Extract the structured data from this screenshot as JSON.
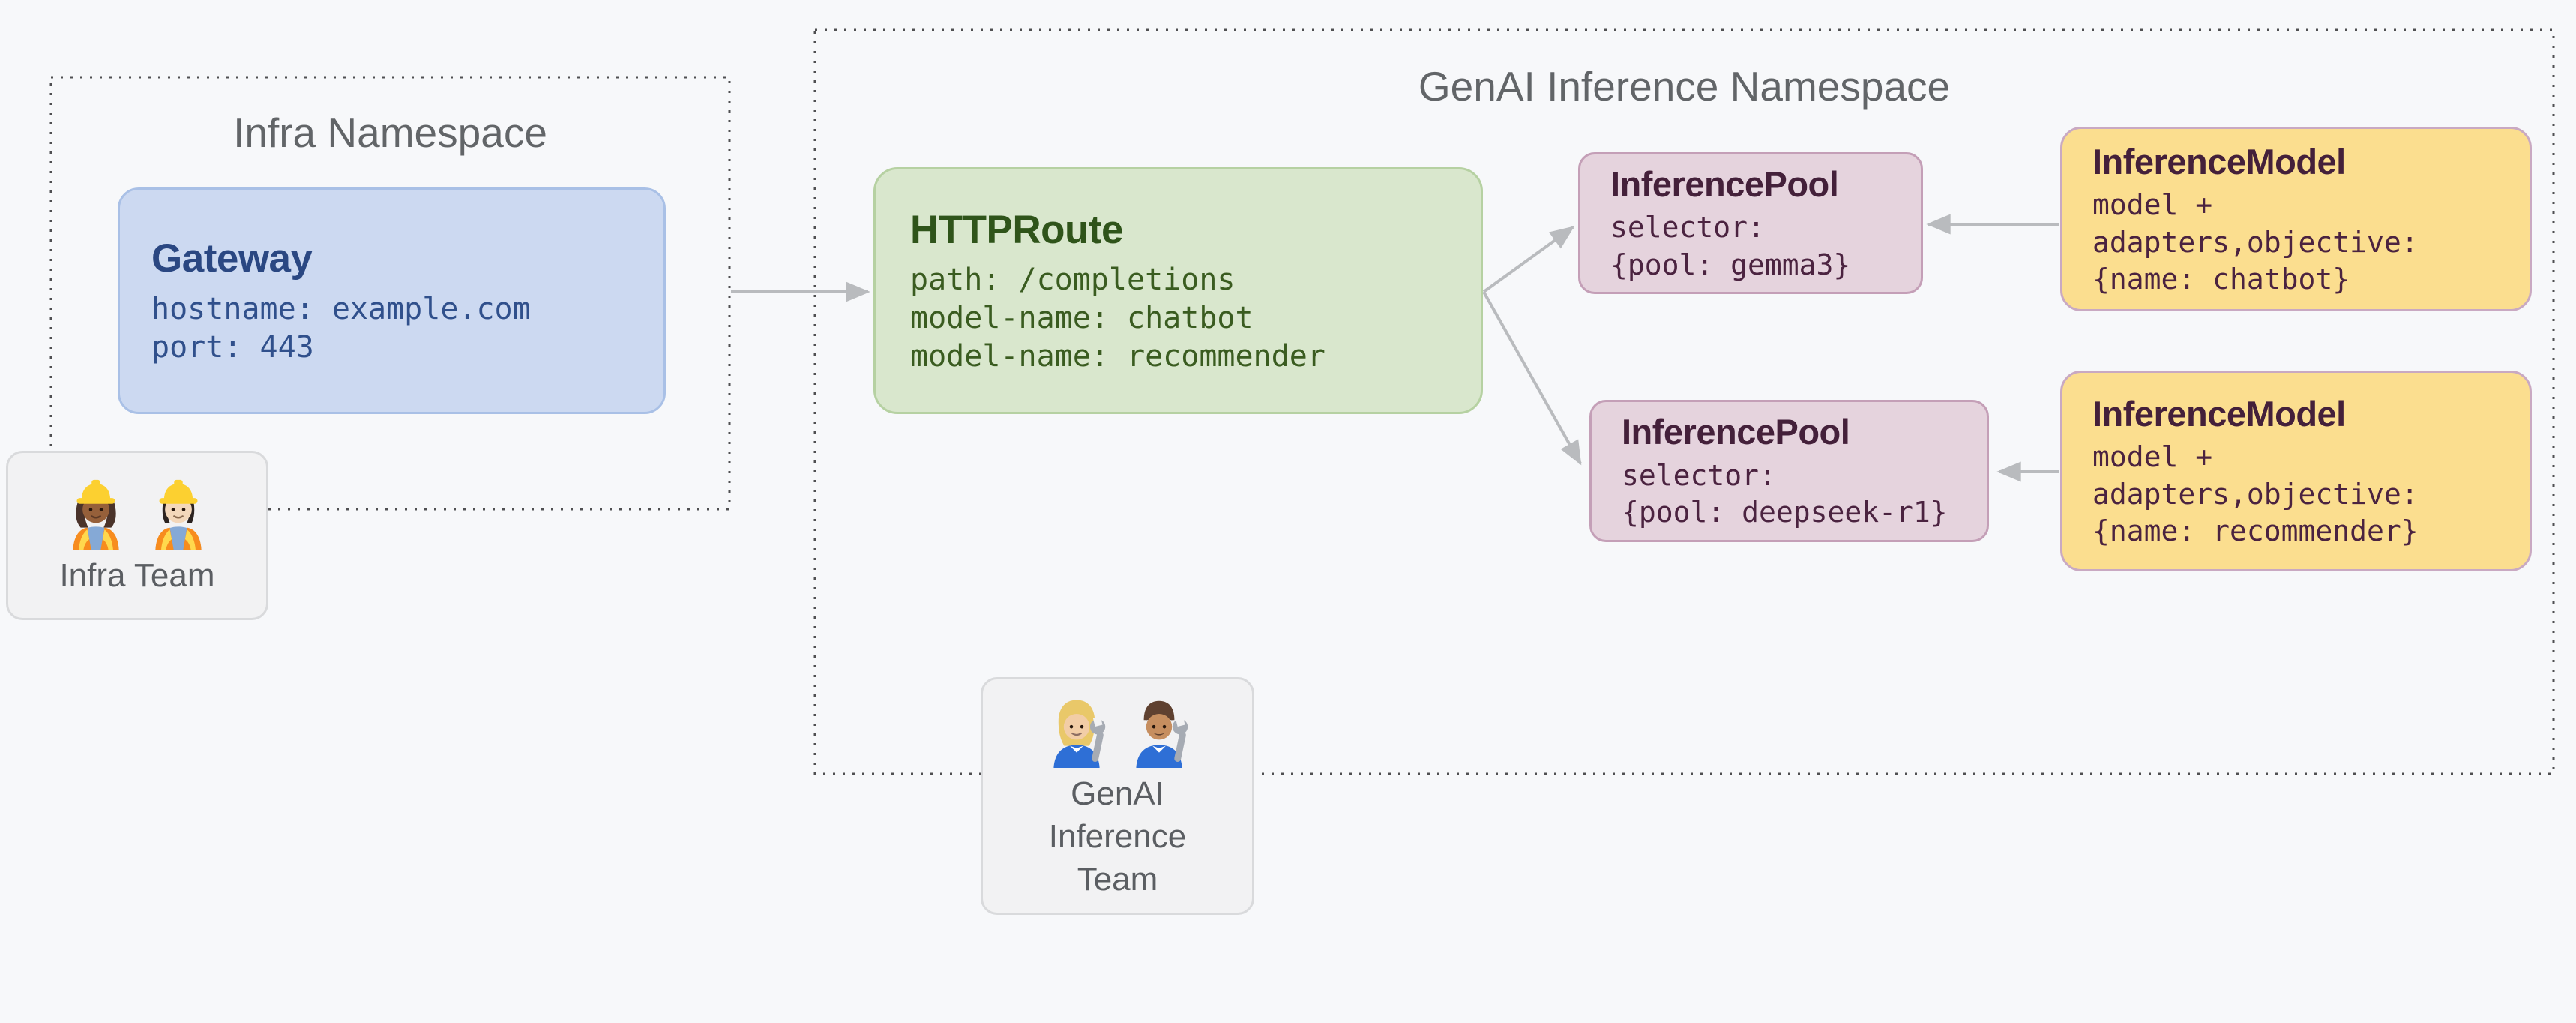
{
  "diagram": {
    "infra_namespace": {
      "title": "Infra Namespace",
      "gateway": {
        "title": "Gateway",
        "lines": [
          "hostname: example.com",
          "port: 443"
        ]
      }
    },
    "genai_namespace": {
      "title": "GenAI Inference Namespace",
      "httproute": {
        "title": "HTTPRoute",
        "lines": [
          "path: /completions",
          "model-name: chatbot",
          "model-name: recommender"
        ]
      },
      "inference_pool_gemma3": {
        "title": "InferencePool",
        "lines": [
          "selector:",
          "{pool: gemma3}"
        ]
      },
      "inference_model_chatbot": {
        "title": "InferenceModel",
        "lines": [
          "model +",
          "adapters,objective:",
          "{name: chatbot}"
        ]
      },
      "inference_pool_deepseek": {
        "title": "InferencePool",
        "lines": [
          "selector:",
          "{pool: deepseek-r1}"
        ]
      },
      "inference_model_recommender": {
        "title": "InferenceModel",
        "lines": [
          "model +",
          "adapters,objective:",
          "{name: recommender}"
        ]
      }
    },
    "teams": {
      "infra": {
        "label": "Infra Team",
        "icons": [
          "woman-construction-worker-emoji",
          "man-construction-worker-emoji"
        ]
      },
      "genai": {
        "label": "GenAI Inference Team",
        "icons": [
          "woman-mechanic-emoji",
          "man-mechanic-emoji"
        ]
      }
    },
    "connections": [
      {
        "from": "gateway",
        "to": "httproute"
      },
      {
        "from": "httproute",
        "to": "inference-pool-gemma3"
      },
      {
        "from": "httproute",
        "to": "inference-pool-deepseek"
      },
      {
        "from": "inference-model-chatbot",
        "to": "inference-pool-gemma3"
      },
      {
        "from": "inference-model-recommender",
        "to": "inference-pool-deepseek"
      }
    ],
    "colors": {
      "background": "#f7f8fa",
      "namespace_border": "#4f4f51",
      "namespace_title": "#626568",
      "arrow": "#b9bbbe",
      "gateway_fill": "#ccd9f1",
      "gateway_border": "#a9c0e6",
      "gateway_text": "#2a4782",
      "httproute_fill": "#d9e7cd",
      "httproute_border": "#b6d1a2",
      "httproute_text": "#2f541a",
      "pool_fill": "#e5d3dd",
      "pool_border": "#c49fb7",
      "pool_model_text": "#4b2340",
      "model_fill": "#fbde8f",
      "model_border": "#c9a9c2",
      "team_fill": "#f2f2f3",
      "team_border": "#d9dadc",
      "team_text": "#5b5e62"
    }
  }
}
